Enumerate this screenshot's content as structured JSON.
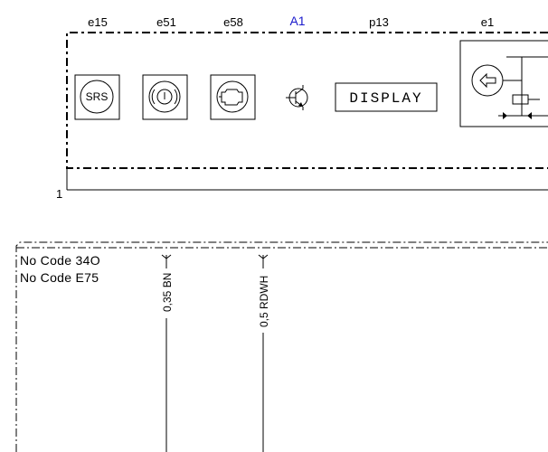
{
  "components": {
    "e15": {
      "label": "e15",
      "icon": "srs-icon",
      "text": "SRS"
    },
    "e51": {
      "label": "e51",
      "icon": "brake-warning-icon"
    },
    "e58": {
      "label": "e58",
      "icon": "engine-warning-icon"
    },
    "a1": {
      "label": "A1",
      "color": "#1a1acc",
      "icon": "transistor-icon"
    },
    "p13": {
      "label": "p13",
      "text": "DISPLAY"
    },
    "e1": {
      "label": "e1",
      "icon": "lamp-circuit-icon"
    }
  },
  "connector": {
    "pin": "1"
  },
  "conditions": [
    "No  Code 34O",
    "No  Code E75"
  ],
  "wires": [
    {
      "label": "0,35 BN"
    },
    {
      "label": "0,5 RDWH"
    }
  ]
}
